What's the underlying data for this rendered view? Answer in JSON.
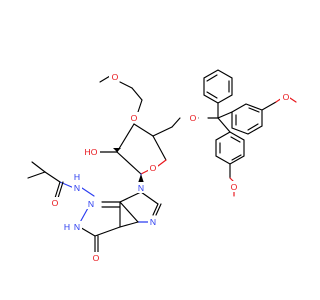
{
  "colors": {
    "carbon_bond": "#000000",
    "oxygen": "#e8141a",
    "nitrogen": "#2a3cf0",
    "background": "#ffffff"
  },
  "atoms": {
    "o_methoxyethyl_top": "O",
    "o_methoxyethyl_ring": "O",
    "o_dmt_link": "O",
    "o_methoxy_upper": "O",
    "o_methoxy_lower": "O",
    "o_hydroxyl": "HO",
    "o_furanose_ring": "O",
    "o_amide": "O",
    "o_carbonyl": "O",
    "n_amide_h": "N",
    "h_amide": "H",
    "n_ring_left": "N",
    "n_ring_top": "N",
    "n_ring_right": "N",
    "n_ring_imidazole": "N",
    "n_ring_nh": "N",
    "h_ring_nh": "H"
  }
}
